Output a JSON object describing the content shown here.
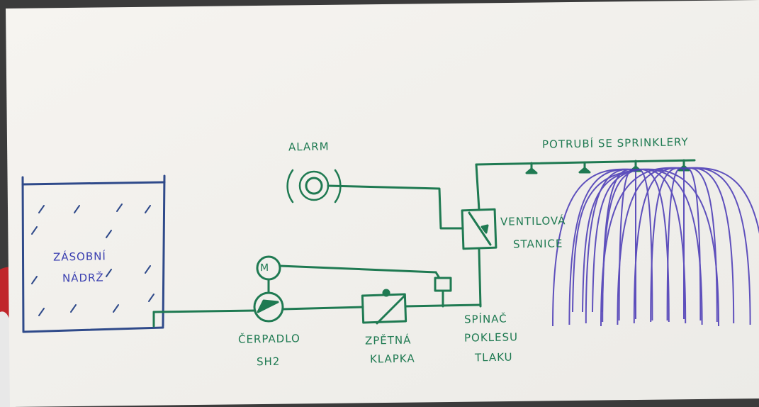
{
  "diagram": {
    "labels": {
      "tank_line1": "ZÁSOBNÍ",
      "tank_line2": "NÁDRŽ",
      "alarm": "ALARM",
      "pump_line1": "ČERPADLO",
      "pump_line2": "SH2",
      "check_valve_line1": "ZPĚTNÁ",
      "check_valve_line2": "KLAPKA",
      "pressure_switch_line1": "SPÍNAČ",
      "pressure_switch_line2": "POKLESU",
      "pressure_switch_line3": "TLAKU",
      "valve_station_line1": "VENTILOVÁ",
      "valve_station_line2": "STANICE",
      "sprinkler_pipe": "POTRUBÍ SE SPRINKLERY",
      "motor": "M"
    },
    "colors": {
      "paper": "#f4f2ee",
      "pipe_green": "#1f7a52",
      "spray_violet": "#4f3fb8",
      "tank_blue": "#3a3fb0",
      "background": "#3a3a3a",
      "accent_red": "#c0262b"
    }
  }
}
